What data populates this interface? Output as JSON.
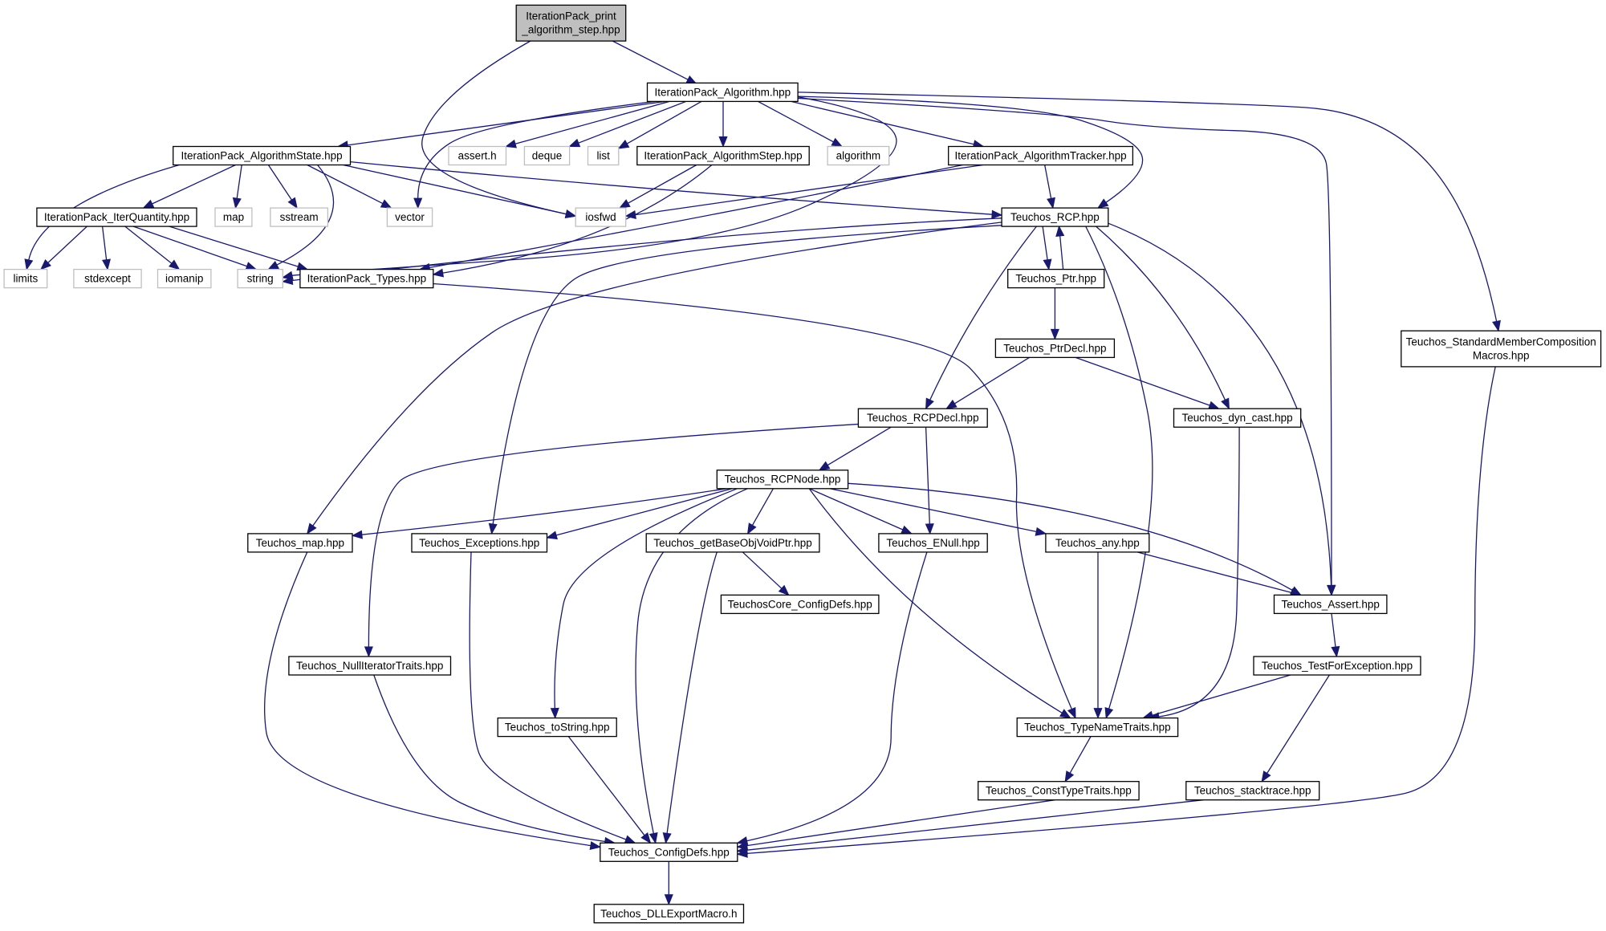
{
  "colors": {
    "edge": "#191970",
    "node_border": "#000000",
    "system_border": "#bfbfbf",
    "root_fill": "#bfbfbf",
    "background": "#ffffff"
  },
  "nodes": [
    {
      "id": "root",
      "kind": "root",
      "lines": [
        "IterationPack_print",
        "_algorithm_step.hpp"
      ]
    },
    {
      "id": "algorithm",
      "kind": "local",
      "lines": [
        "IterationPack_Algorithm.hpp"
      ]
    },
    {
      "id": "algorithm_state",
      "kind": "local",
      "lines": [
        "IterationPack_AlgorithmState.hpp"
      ]
    },
    {
      "id": "assert_h",
      "kind": "system",
      "lines": [
        "assert.h"
      ]
    },
    {
      "id": "deque",
      "kind": "system",
      "lines": [
        "deque"
      ]
    },
    {
      "id": "list",
      "kind": "system",
      "lines": [
        "list"
      ]
    },
    {
      "id": "algorithm_step",
      "kind": "local",
      "lines": [
        "IterationPack_AlgorithmStep.hpp"
      ]
    },
    {
      "id": "std_algorithm",
      "kind": "system",
      "lines": [
        "algorithm"
      ]
    },
    {
      "id": "algorithm_tracker",
      "kind": "local",
      "lines": [
        "IterationPack_AlgorithmTracker.hpp"
      ]
    },
    {
      "id": "iter_quantity",
      "kind": "local",
      "lines": [
        "IterationPack_IterQuantity.hpp"
      ]
    },
    {
      "id": "map",
      "kind": "system",
      "lines": [
        "map"
      ]
    },
    {
      "id": "sstream",
      "kind": "system",
      "lines": [
        "sstream"
      ]
    },
    {
      "id": "vector",
      "kind": "system",
      "lines": [
        "vector"
      ]
    },
    {
      "id": "iosfwd",
      "kind": "system",
      "lines": [
        "iosfwd"
      ]
    },
    {
      "id": "rcp",
      "kind": "local",
      "lines": [
        "Teuchos_RCP.hpp"
      ]
    },
    {
      "id": "limits",
      "kind": "system",
      "lines": [
        "limits"
      ]
    },
    {
      "id": "stdexcept",
      "kind": "system",
      "lines": [
        "stdexcept"
      ]
    },
    {
      "id": "iomanip",
      "kind": "system",
      "lines": [
        "iomanip"
      ]
    },
    {
      "id": "string",
      "kind": "system",
      "lines": [
        "string"
      ]
    },
    {
      "id": "types",
      "kind": "local",
      "lines": [
        "IterationPack_Types.hpp"
      ]
    },
    {
      "id": "ptr",
      "kind": "local",
      "lines": [
        "Teuchos_Ptr.hpp"
      ]
    },
    {
      "id": "std_member",
      "kind": "local",
      "lines": [
        "Teuchos_StandardMemberComposition",
        "Macros.hpp"
      ]
    },
    {
      "id": "ptr_decl",
      "kind": "local",
      "lines": [
        "Teuchos_PtrDecl.hpp"
      ]
    },
    {
      "id": "rcp_decl",
      "kind": "local",
      "lines": [
        "Teuchos_RCPDecl.hpp"
      ]
    },
    {
      "id": "dyn_cast",
      "kind": "local",
      "lines": [
        "Teuchos_dyn_cast.hpp"
      ]
    },
    {
      "id": "rcp_node",
      "kind": "local",
      "lines": [
        "Teuchos_RCPNode.hpp"
      ]
    },
    {
      "id": "tmap",
      "kind": "local",
      "lines": [
        "Teuchos_map.hpp"
      ]
    },
    {
      "id": "exceptions",
      "kind": "local",
      "lines": [
        "Teuchos_Exceptions.hpp"
      ]
    },
    {
      "id": "get_base",
      "kind": "local",
      "lines": [
        "Teuchos_getBaseObjVoidPtr.hpp"
      ]
    },
    {
      "id": "enull",
      "kind": "local",
      "lines": [
        "Teuchos_ENull.hpp"
      ]
    },
    {
      "id": "any",
      "kind": "local",
      "lines": [
        "Teuchos_any.hpp"
      ]
    },
    {
      "id": "core_config",
      "kind": "local",
      "lines": [
        "TeuchosCore_ConfigDefs.hpp"
      ]
    },
    {
      "id": "tassert",
      "kind": "local",
      "lines": [
        "Teuchos_Assert.hpp"
      ]
    },
    {
      "id": "null_iter",
      "kind": "local",
      "lines": [
        "Teuchos_NullIteratorTraits.hpp"
      ]
    },
    {
      "id": "test_exc",
      "kind": "local",
      "lines": [
        "Teuchos_TestForException.hpp"
      ]
    },
    {
      "id": "to_string",
      "kind": "local",
      "lines": [
        "Teuchos_toString.hpp"
      ]
    },
    {
      "id": "type_name",
      "kind": "local",
      "lines": [
        "Teuchos_TypeNameTraits.hpp"
      ]
    },
    {
      "id": "const_type",
      "kind": "local",
      "lines": [
        "Teuchos_ConstTypeTraits.hpp"
      ]
    },
    {
      "id": "stacktrace",
      "kind": "local",
      "lines": [
        "Teuchos_stacktrace.hpp"
      ]
    },
    {
      "id": "config_defs",
      "kind": "local",
      "lines": [
        "Teuchos_ConfigDefs.hpp"
      ]
    },
    {
      "id": "dll_export",
      "kind": "local",
      "lines": [
        "Teuchos_DLLExportMacro.h"
      ]
    }
  ],
  "edges": [
    {
      "from": "root",
      "to": "algorithm"
    },
    {
      "from": "root",
      "to": "iosfwd"
    },
    {
      "from": "algorithm",
      "to": "algorithm_state"
    },
    {
      "from": "algorithm",
      "to": "assert_h"
    },
    {
      "from": "algorithm",
      "to": "deque"
    },
    {
      "from": "algorithm",
      "to": "list"
    },
    {
      "from": "algorithm",
      "to": "algorithm_step"
    },
    {
      "from": "algorithm",
      "to": "std_algorithm"
    },
    {
      "from": "algorithm",
      "to": "algorithm_tracker"
    },
    {
      "from": "algorithm",
      "to": "vector"
    },
    {
      "from": "algorithm",
      "to": "string"
    },
    {
      "from": "algorithm",
      "to": "rcp"
    },
    {
      "from": "algorithm",
      "to": "tassert"
    },
    {
      "from": "algorithm",
      "to": "std_member"
    },
    {
      "from": "algorithm_state",
      "to": "iter_quantity"
    },
    {
      "from": "algorithm_state",
      "to": "map"
    },
    {
      "from": "algorithm_state",
      "to": "sstream"
    },
    {
      "from": "algorithm_state",
      "to": "vector"
    },
    {
      "from": "algorithm_state",
      "to": "iosfwd"
    },
    {
      "from": "algorithm_state",
      "to": "limits"
    },
    {
      "from": "algorithm_state",
      "to": "string"
    },
    {
      "from": "algorithm_state",
      "to": "rcp"
    },
    {
      "from": "algorithm_step",
      "to": "iosfwd"
    },
    {
      "from": "algorithm_step",
      "to": "types"
    },
    {
      "from": "algorithm_tracker",
      "to": "iosfwd"
    },
    {
      "from": "algorithm_tracker",
      "to": "rcp"
    },
    {
      "from": "algorithm_tracker",
      "to": "types"
    },
    {
      "from": "iter_quantity",
      "to": "limits"
    },
    {
      "from": "iter_quantity",
      "to": "stdexcept"
    },
    {
      "from": "iter_quantity",
      "to": "iomanip"
    },
    {
      "from": "iter_quantity",
      "to": "string"
    },
    {
      "from": "iter_quantity",
      "to": "types"
    },
    {
      "from": "rcp",
      "to": "ptr"
    },
    {
      "from": "rcp",
      "to": "string"
    },
    {
      "from": "rcp",
      "to": "tmap"
    },
    {
      "from": "rcp",
      "to": "exceptions"
    },
    {
      "from": "rcp",
      "to": "rcp_decl"
    },
    {
      "from": "rcp",
      "to": "type_name"
    },
    {
      "from": "rcp",
      "to": "dyn_cast"
    },
    {
      "from": "rcp",
      "to": "tassert"
    },
    {
      "from": "ptr",
      "to": "rcp"
    },
    {
      "from": "ptr",
      "to": "ptr_decl"
    },
    {
      "from": "types",
      "to": "type_name"
    },
    {
      "from": "ptr_decl",
      "to": "rcp_decl"
    },
    {
      "from": "ptr_decl",
      "to": "dyn_cast"
    },
    {
      "from": "rcp_decl",
      "to": "rcp_node"
    },
    {
      "from": "rcp_decl",
      "to": "enull"
    },
    {
      "from": "rcp_decl",
      "to": "null_iter"
    },
    {
      "from": "dyn_cast",
      "to": "type_name"
    },
    {
      "from": "rcp_node",
      "to": "tmap"
    },
    {
      "from": "rcp_node",
      "to": "exceptions"
    },
    {
      "from": "rcp_node",
      "to": "to_string"
    },
    {
      "from": "rcp_node",
      "to": "config_defs"
    },
    {
      "from": "rcp_node",
      "to": "get_base"
    },
    {
      "from": "rcp_node",
      "to": "enull"
    },
    {
      "from": "rcp_node",
      "to": "any"
    },
    {
      "from": "rcp_node",
      "to": "tassert"
    },
    {
      "from": "rcp_node",
      "to": "type_name"
    },
    {
      "from": "get_base",
      "to": "core_config"
    },
    {
      "from": "get_base",
      "to": "config_defs"
    },
    {
      "from": "any",
      "to": "tassert"
    },
    {
      "from": "any",
      "to": "type_name"
    },
    {
      "from": "tassert",
      "to": "test_exc"
    },
    {
      "from": "test_exc",
      "to": "type_name"
    },
    {
      "from": "test_exc",
      "to": "stacktrace"
    },
    {
      "from": "type_name",
      "to": "const_type"
    },
    {
      "from": "const_type",
      "to": "config_defs"
    },
    {
      "from": "stacktrace",
      "to": "config_defs"
    },
    {
      "from": "tmap",
      "to": "config_defs"
    },
    {
      "from": "exceptions",
      "to": "config_defs"
    },
    {
      "from": "enull",
      "to": "config_defs"
    },
    {
      "from": "null_iter",
      "to": "config_defs"
    },
    {
      "from": "to_string",
      "to": "config_defs"
    },
    {
      "from": "std_member",
      "to": "config_defs"
    },
    {
      "from": "config_defs",
      "to": "dll_export"
    }
  ]
}
